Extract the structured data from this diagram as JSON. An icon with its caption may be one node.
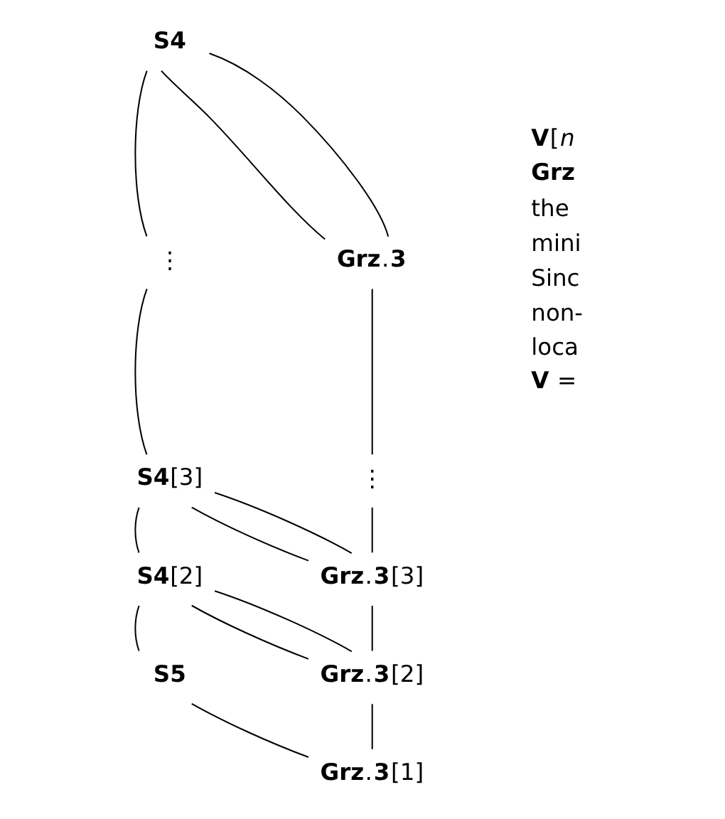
{
  "diagram": {
    "nodes": [
      {
        "text": [
          "**S4**"
        ]
      },
      {
        "text": [
          "**Grz**.**3**"
        ]
      },
      {
        "text": [
          "⋮"
        ]
      },
      {
        "text": [
          "⋮"
        ]
      },
      {
        "text": [
          "**S4**[3]"
        ]
      },
      {
        "text": [
          "**S4**[2]"
        ]
      },
      {
        "text": [
          "**Grz**.**3**[3]"
        ]
      },
      {
        "text": [
          "**S5**"
        ]
      },
      {
        "text": [
          "**Grz**.**3**[2]"
        ]
      },
      {
        "text": [
          "**Grz**.**3**[1]"
        ]
      }
    ],
    "edges": [
      {
        "from": 0,
        "to": 1,
        "arrow": "none"
      },
      {
        "from": 0,
        "to": 1,
        "arrow": "none"
      },
      {
        "from": 0,
        "to": 2,
        "arrow": "none"
      },
      {
        "from": 2,
        "to": 4,
        "arrow": "none"
      },
      {
        "from": 1,
        "to": 3,
        "arrow": "none"
      },
      {
        "from": 3,
        "to": 6,
        "arrow": "none"
      },
      {
        "from": 4,
        "to": 6,
        "arrow": "none"
      },
      {
        "from": 4,
        "to": 6,
        "arrow": "none"
      },
      {
        "from": 4,
        "to": 5,
        "arrow": "none"
      },
      {
        "from": 6,
        "to": 8,
        "arrow": "none"
      },
      {
        "from": 5,
        "to": 8,
        "arrow": "none"
      },
      {
        "from": 5,
        "to": 8,
        "arrow": "none"
      },
      {
        "from": 5,
        "to": 7,
        "arrow": "none"
      },
      {
        "from": 7,
        "to": 9,
        "arrow": "none"
      },
      {
        "from": 8,
        "to": 9,
        "arrow": "none"
      }
    ],
    "labels": [
      "**V**[*n*",
      "**Grz**",
      "the",
      "mini",
      "Sinc",
      "non-",
      "loca",
      "**V** ="
    ]
  }
}
